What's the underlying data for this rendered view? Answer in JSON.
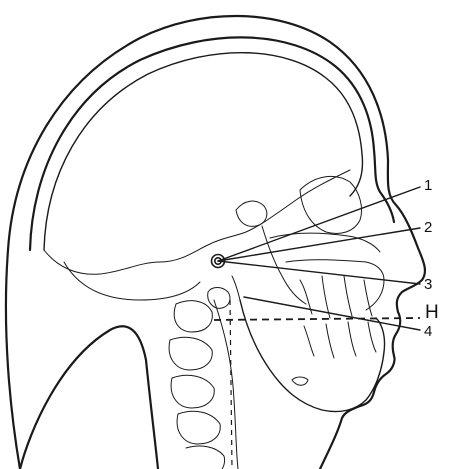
{
  "labels": {
    "one": "1",
    "two": "2",
    "three": "3",
    "h": "H",
    "four": "4"
  },
  "colors": {
    "ink": "#1a1a1a",
    "background": "#ffffff"
  }
}
